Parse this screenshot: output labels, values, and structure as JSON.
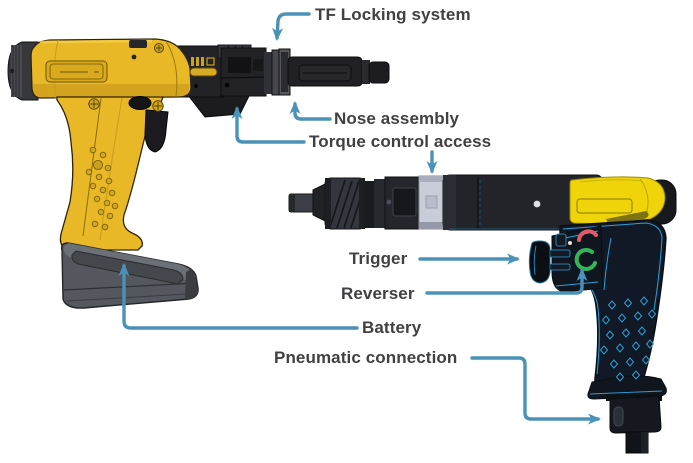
{
  "labels": {
    "tf_locking": "TF Locking system",
    "nose_assembly": "Nose assembly",
    "torque_control": "Torque control access",
    "trigger": "Trigger",
    "reverser": "Reverser",
    "battery": "Battery",
    "pneumatic_connection": "Pneumatic connection"
  },
  "colors": {
    "background": "#ffffff",
    "arrow": "#4b92b8",
    "label_text": "#414042",
    "tool_yellow": "#e9b827",
    "pneumatic_yellow": "#efd40a",
    "battery_gray": "#54575d",
    "pneumatic_cyan": "#2e9fd6",
    "reverser_red": "#e05a6a",
    "reverser_green": "#35b55a"
  }
}
